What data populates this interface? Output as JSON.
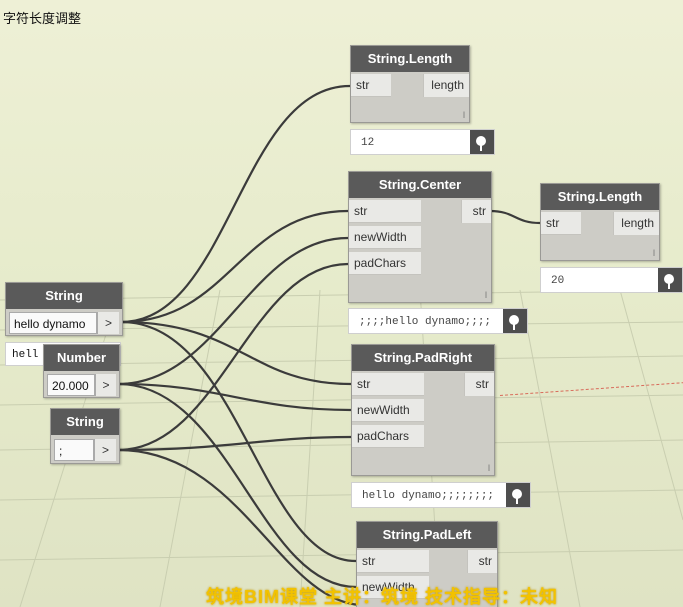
{
  "canvas_title": "字符长度调整",
  "nodes": {
    "length1": {
      "title": "String.Length",
      "in": "str",
      "out": "length",
      "foot": "l"
    },
    "center": {
      "title": "String.Center",
      "in1": "str",
      "in2": "newWidth",
      "in3": "padChars",
      "out": "str",
      "foot": "l"
    },
    "length2": {
      "title": "String.Length",
      "in": "str",
      "out": "length",
      "foot": "l"
    },
    "string1": {
      "title": "String",
      "value": "hello dynamo",
      "arrow": ">"
    },
    "number": {
      "title": "Number",
      "value": "20.000",
      "arrow": ">"
    },
    "string2": {
      "title": "String",
      "value": ";",
      "arrow": ">"
    },
    "padright": {
      "title": "String.PadRight",
      "in1": "str",
      "in2": "newWidth",
      "in3": "padChars",
      "out": "str",
      "foot": "l"
    },
    "padleft": {
      "title": "String.PadLeft",
      "in1": "str",
      "in2": "newWidth",
      "out": "str"
    }
  },
  "previews": {
    "length1": "12",
    "length2": "20",
    "center": ";;;;hello dynamo;;;;",
    "padright": "hello dynamo;;;;;;;;",
    "string1": "hell"
  },
  "watermark": "筑境BIM课堂 主讲：筑境 技术指导：未知"
}
